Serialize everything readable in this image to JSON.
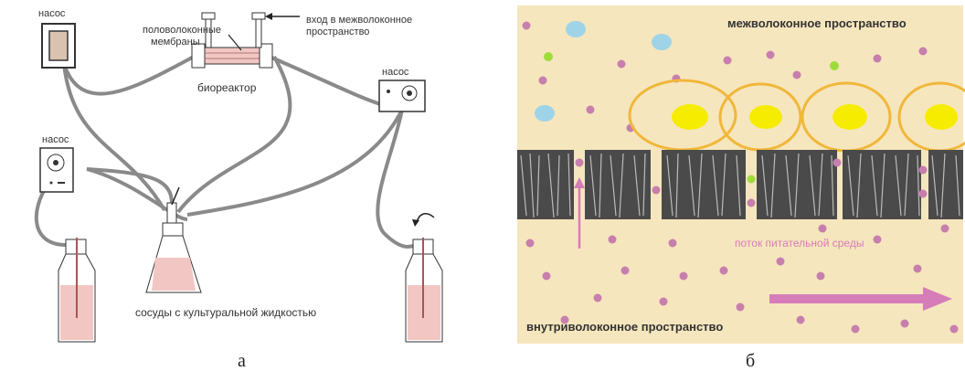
{
  "panel_a": {
    "pump_top_left": "насос",
    "pump_right": "насос",
    "pump_left": "насос",
    "membranes_line1": "половолоконные",
    "membranes_line2": "мембраны",
    "inlet_line1": "вход в межволоконное",
    "inlet_line2": "пространство",
    "bioreactor": "биореактор",
    "vessels": "сосуды с культуральной жидкостью",
    "caption": "а",
    "colors": {
      "liquid": "#f2c7c3",
      "tube": "#888888",
      "line": "#333333"
    }
  },
  "panel_b": {
    "intercapillary": "межволоконное пространство",
    "medium_flow": "поток питательной среды",
    "intracapillary": "внутриволоконное пространство",
    "caption": "б",
    "colors": {
      "background": "#f6e6bd",
      "dot": "#c77fae",
      "cell_ring": "#f0b73a",
      "nucleus": "#f6ec00",
      "cyan": "#9fd4e8",
      "green": "#9edc3c",
      "arrow": "#d67cb8"
    }
  }
}
